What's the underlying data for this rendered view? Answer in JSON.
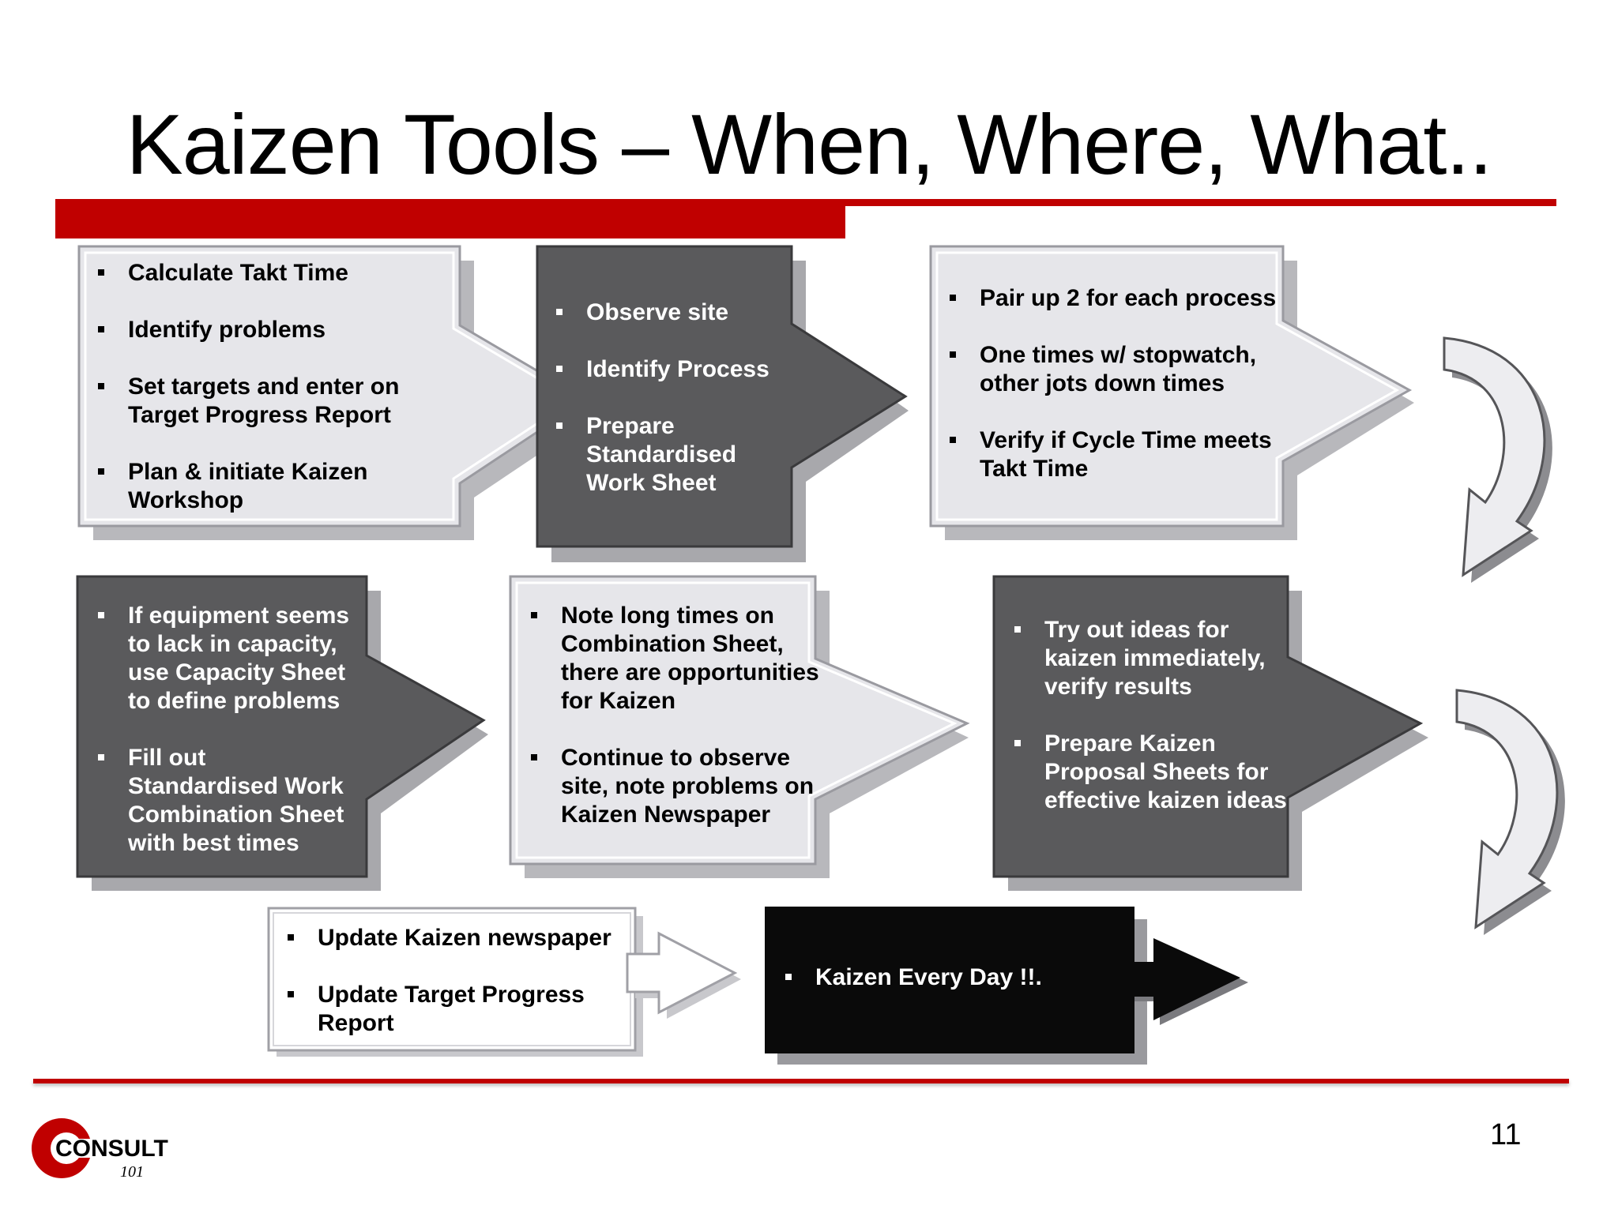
{
  "title": "Kaizen Tools – When, Where, What..",
  "page_number": "11",
  "logo": {
    "text": "CONSULT",
    "subtext": "101"
  },
  "colors": {
    "accent": "#c00000",
    "light_box": "#e6e6ea",
    "dark_box": "#5a5a5c",
    "final_box": "#0a0a0a"
  },
  "steps": [
    {
      "style": "light",
      "items": [
        "Calculate Takt Time",
        "Identify problems",
        "Set targets and enter on Target Progress Report",
        "Plan & initiate Kaizen Workshop"
      ]
    },
    {
      "style": "dark",
      "items": [
        "Observe site",
        "Identify Process",
        "Prepare Standardised Work Sheet"
      ]
    },
    {
      "style": "light",
      "items": [
        "Pair up 2 for each process",
        "One times w/ stopwatch, other jots down times",
        "Verify if Cycle Time meets Takt Time"
      ]
    },
    {
      "style": "dark",
      "items": [
        "If equipment seems to lack in capacity, use Capacity Sheet to define problems",
        "Fill out Standardised Work Combination Sheet with best times"
      ]
    },
    {
      "style": "light",
      "items": [
        "Note long times on Combination Sheet, there are opportunities for Kaizen",
        "Continue to observe site, note problems on Kaizen Newspaper"
      ]
    },
    {
      "style": "dark",
      "items": [
        "Try out ideas for kaizen immediately, verify results",
        "Prepare Kaizen Proposal Sheets for effective kaizen ideas"
      ]
    },
    {
      "style": "white",
      "items": [
        "Update Kaizen newspaper",
        "Update Target Progress Report"
      ]
    },
    {
      "style": "black",
      "items": [
        "Kaizen Every Day !!."
      ]
    }
  ]
}
